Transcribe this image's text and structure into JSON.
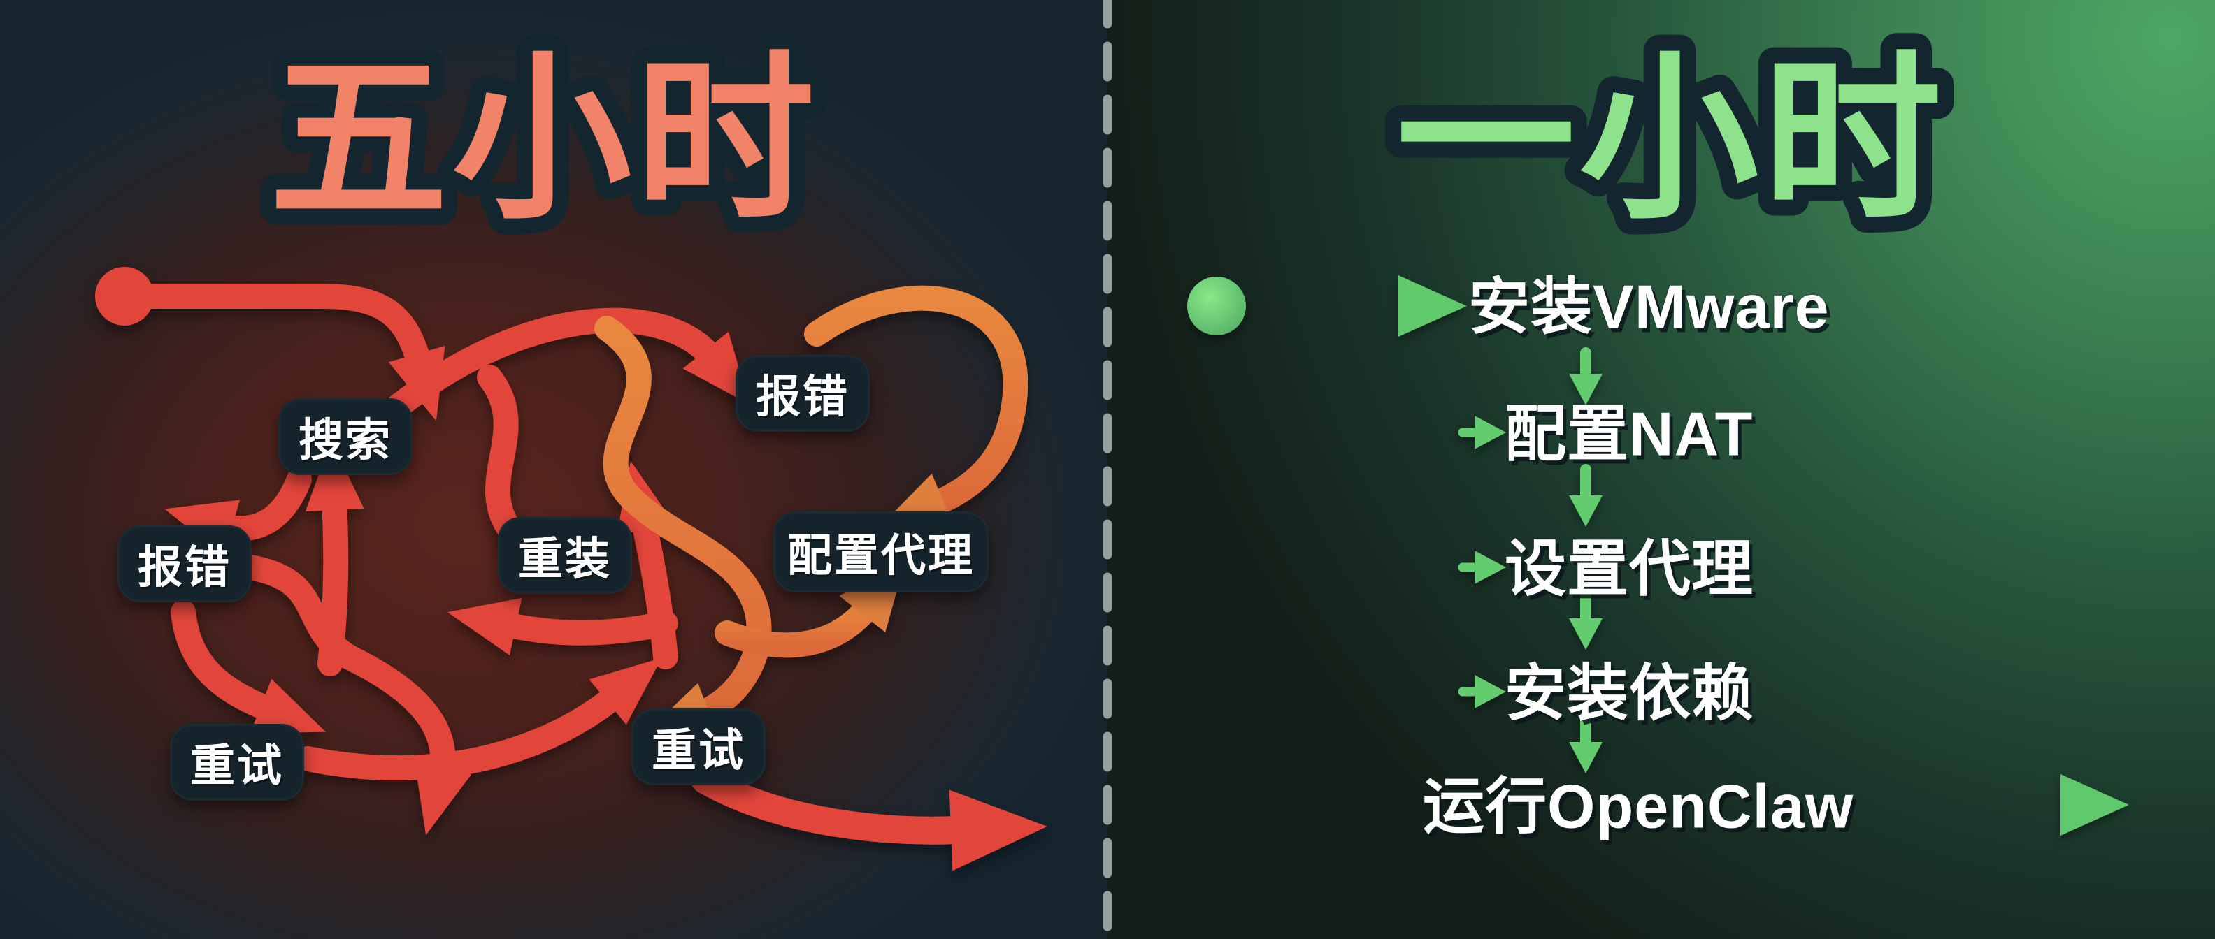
{
  "meta": {
    "description": "Comparison meme diagram: chaotic 5-hour manual setup vs clean 1-hour OpenClaw flow"
  },
  "left": {
    "title": "五小时",
    "nodes": [
      {
        "label": "搜索"
      },
      {
        "label": "报错"
      },
      {
        "label": "重装"
      },
      {
        "label": "报错"
      },
      {
        "label": "配置代理"
      },
      {
        "label": "重试"
      },
      {
        "label": "重试"
      }
    ],
    "colors": {
      "title": "#f08368",
      "title_outline": "#132630",
      "arrow_red": "#e2463b",
      "arrow_orange": "#df7f3e",
      "pill_bg": "#15242c",
      "pill_text": "#ffffff",
      "bg_glow": "#5a251e",
      "bg_corner": "#16242e"
    }
  },
  "right": {
    "title": "一小时",
    "steps": [
      {
        "label": "安装VMware"
      },
      {
        "label": "配置NAT"
      },
      {
        "label": "设置代理"
      },
      {
        "label": "安装依赖"
      },
      {
        "label": "运行OpenClaw"
      }
    ],
    "colors": {
      "title": "#8ee28b",
      "arrow_green": "#63cc6e",
      "arrow_green_light": "#8de88a",
      "text": "#ffffff",
      "bg_bright": "#4ea763",
      "bg_dark": "#132019"
    }
  },
  "divider": {
    "color": "#93a09e",
    "style": "dashed"
  }
}
